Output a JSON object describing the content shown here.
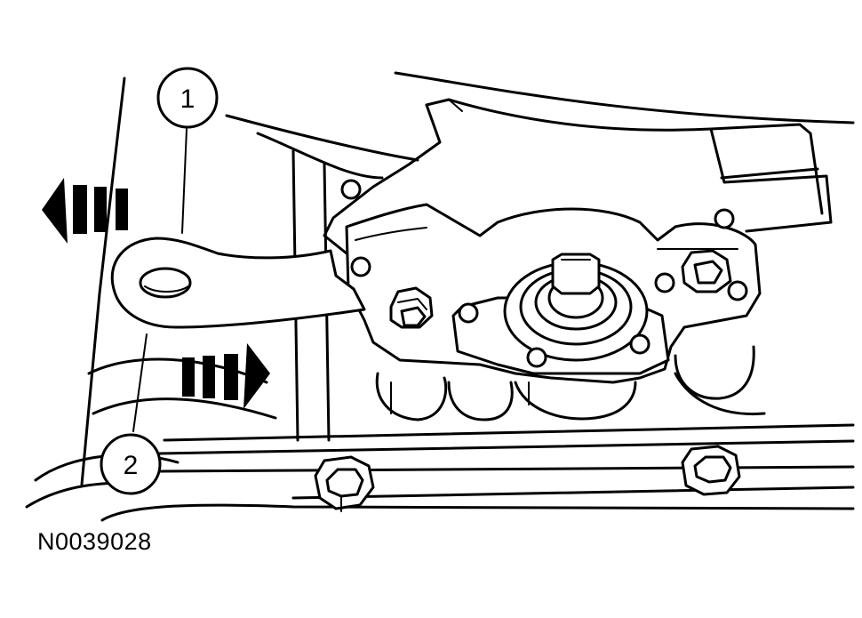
{
  "figure": {
    "id": "N0039028"
  },
  "callouts": [
    {
      "number": "1",
      "target": "lever-hole-end"
    },
    {
      "number": "2",
      "target": "lever-lower-edge"
    }
  ],
  "arrows": [
    {
      "direction": "left",
      "style": "dashed-block-arrow"
    },
    {
      "direction": "right",
      "style": "dashed-block-arrow"
    }
  ],
  "colors": {
    "line": "#000000",
    "background": "#ffffff"
  }
}
